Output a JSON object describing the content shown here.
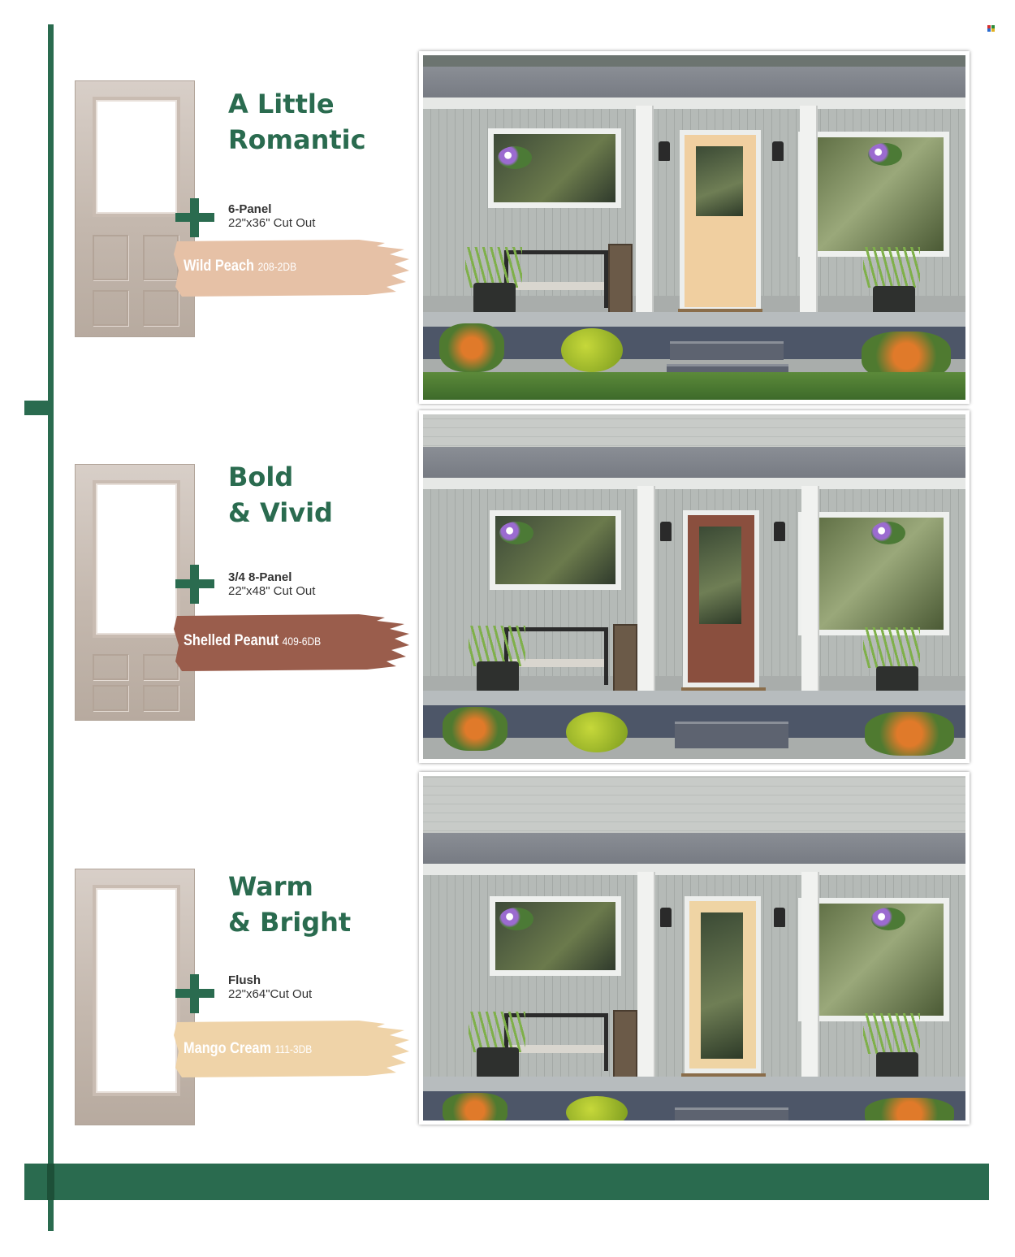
{
  "sections": [
    {
      "heading": [
        "A Little",
        "Romantic"
      ],
      "door_style": "6-Panel",
      "cutout": "22\"x36\" Cut Out",
      "paint_name": "Wild Peach",
      "paint_code": "208-2DB",
      "paint_color": "#e6c1a6",
      "door_color": "#f0cfa0"
    },
    {
      "heading": [
        "Bold",
        "& Vivid"
      ],
      "door_style": "3/4 8-Panel",
      "cutout": "22\"x48\" Cut Out",
      "paint_name": "Shelled Peanut",
      "paint_code": "409-6DB",
      "paint_color": "#9a5d4c",
      "door_color": "#8a4f3e"
    },
    {
      "heading": [
        "Warm",
        "& Bright"
      ],
      "door_style": "Flush",
      "cutout": "22\"x64\"Cut Out",
      "paint_name": "Mango Cream",
      "paint_code": "111-3DB",
      "paint_color": "#efd3a8",
      "door_color": "#efd4a4"
    }
  ],
  "brand_color": "#2a6b4f"
}
